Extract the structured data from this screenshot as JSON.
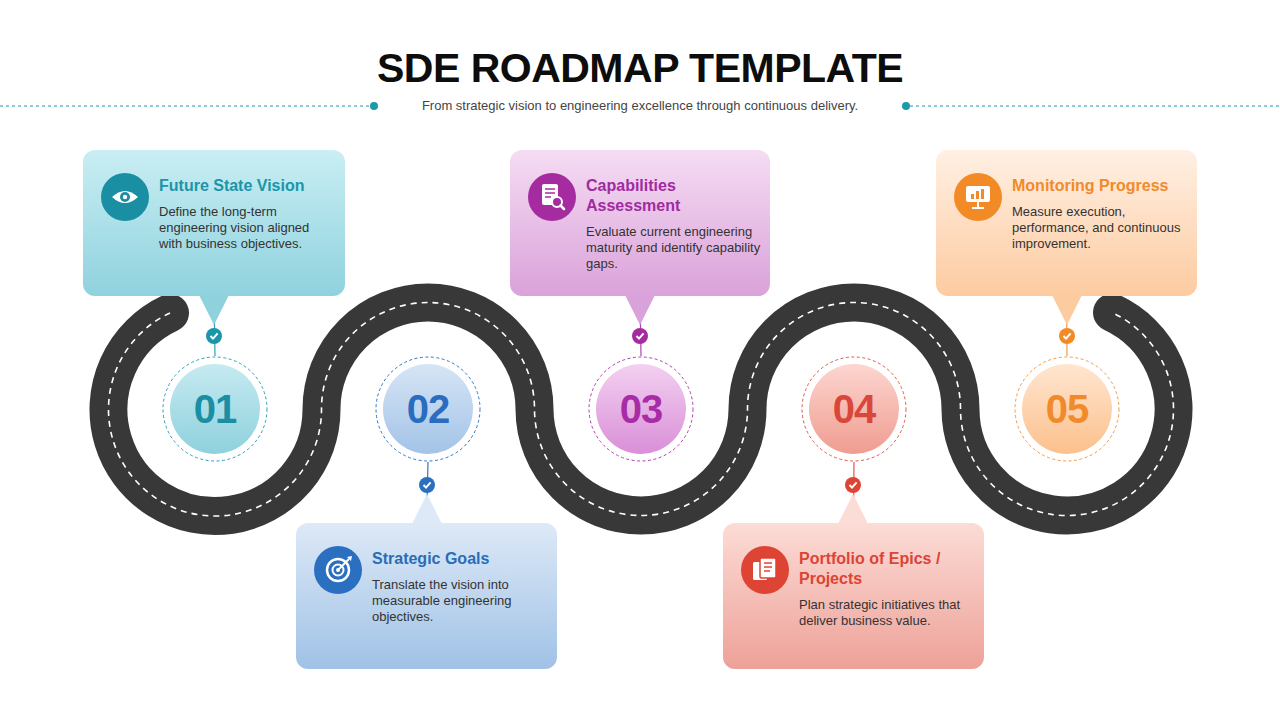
{
  "diagram": {
    "title": "SDE ROADMAP TEMPLATE",
    "caption": "From strategic vision to engineering excellence through continuous delivery.",
    "nodes": [
      {
        "text": [
          "Future State Vision",
          "Define the long-term engineering vision aligned with business objectives."
        ]
      },
      {
        "text": [
          "01"
        ]
      },
      {
        "text": [
          "Strategic Goals",
          "Translate the vision into measurable engineering objectives."
        ]
      },
      {
        "text": [
          "02"
        ]
      },
      {
        "text": [
          "Capabilities Assessment",
          "Evaluate current engineering maturity and identify capability gaps."
        ]
      },
      {
        "text": [
          "03"
        ]
      },
      {
        "text": [
          "Portfolio of Epics / Projects",
          "Plan strategic initiatives that deliver business value."
        ]
      },
      {
        "text": [
          "04"
        ]
      },
      {
        "text": [
          "Monitoring Progress",
          "Measure execution, performance, and continuous improvement."
        ]
      },
      {
        "text": [
          "05"
        ]
      }
    ],
    "edges": [
      {
        "from": 0,
        "to": 1,
        "arrow": "none"
      },
      {
        "from": 2,
        "to": 3,
        "arrow": "none"
      },
      {
        "from": 4,
        "to": 5,
        "arrow": "none"
      },
      {
        "from": 6,
        "to": 7,
        "arrow": "none"
      },
      {
        "from": 8,
        "to": 9,
        "arrow": "none"
      }
    ]
  }
}
